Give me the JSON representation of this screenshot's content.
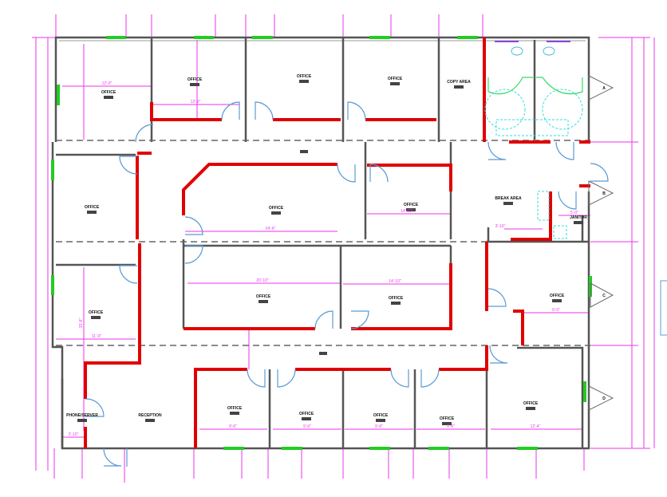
{
  "plan": {
    "rooms": [
      {
        "id": "office-nw",
        "label": "OFFICE"
      },
      {
        "id": "office-n2",
        "label": "OFFICE"
      },
      {
        "id": "office-n3",
        "label": "OFFICE"
      },
      {
        "id": "office-n4",
        "label": "OFFICE"
      },
      {
        "id": "copy-area",
        "label": "COPY AREA"
      },
      {
        "id": "office-w2",
        "label": "OFFICE"
      },
      {
        "id": "office-center",
        "label": "OFFICE"
      },
      {
        "id": "office-center-right",
        "label": "OFFICE"
      },
      {
        "id": "break-area",
        "label": "BREAK AREA"
      },
      {
        "id": "janitor",
        "label": "JANITOR"
      },
      {
        "id": "office-w3",
        "label": "OFFICE"
      },
      {
        "id": "office-mid-left",
        "label": "OFFICE"
      },
      {
        "id": "office-mid-right",
        "label": "OFFICE"
      },
      {
        "id": "office-east",
        "label": "OFFICE"
      },
      {
        "id": "phone-server",
        "label": "PHONE/SERVER"
      },
      {
        "id": "reception",
        "label": "RECEPTION"
      },
      {
        "id": "office-s1",
        "label": "OFFICE"
      },
      {
        "id": "office-s2",
        "label": "OFFICE"
      },
      {
        "id": "office-s3",
        "label": "OFFICE"
      },
      {
        "id": "office-s4",
        "label": "OFFICE"
      },
      {
        "id": "office-se",
        "label": "OFFICE"
      }
    ],
    "dimensions": [
      "12'-0\"",
      "13'-9\"",
      "24'-6\"",
      "14'-10\"",
      "20'-10\"",
      "14'-10\"",
      "11'-0\"",
      "15'-6\"",
      "9'-6\"",
      "9'-6\"",
      "9'-6\"",
      "9'-6\"",
      "12'-4\"",
      "9'-0\"",
      "5'-0\"",
      "3'-10\"",
      "2'-10\""
    ],
    "elevation_markers": [
      "A",
      "B",
      "C",
      "D"
    ],
    "colors": {
      "wall": "#555555",
      "new_wall": "#e00000",
      "dimension": "#ee33ee",
      "door": "#5b9bd5",
      "window": "#22cc22"
    }
  }
}
